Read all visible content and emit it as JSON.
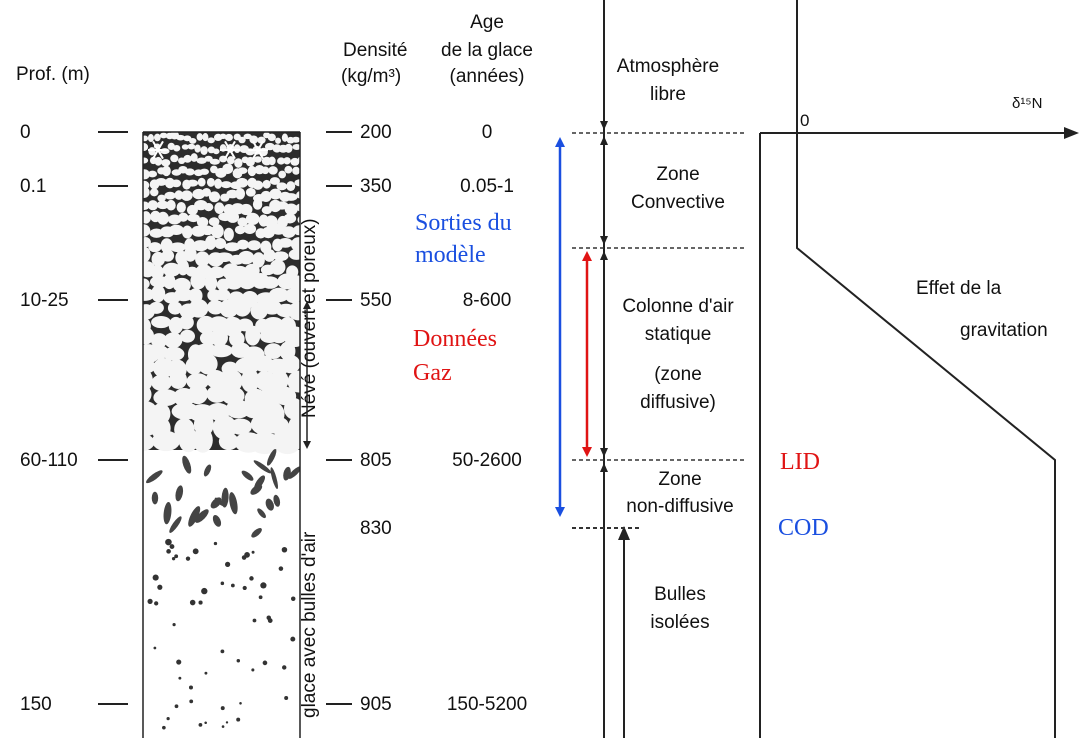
{
  "headers": {
    "depth": "Prof. (m)",
    "density_line1": "Densité",
    "density_line2": "(kg/m³)",
    "age_line1": "Age",
    "age_line2": "de la glace",
    "age_line3": "(années)"
  },
  "levels": [
    {
      "depth": "0",
      "density": "200",
      "age": "0"
    },
    {
      "depth": "0.1",
      "density": "350",
      "age": "0.05-1"
    },
    {
      "depth": "10-25",
      "density": "550",
      "age": "8-600"
    },
    {
      "depth": "60-110",
      "density": "805",
      "age": "50-2600"
    },
    {
      "depth": "",
      "density": "830",
      "age": ""
    },
    {
      "depth": "150",
      "density": "905",
      "age": "150-5200"
    }
  ],
  "column_labels": {
    "neve": "Névé (ouvert et poreux)",
    "ice": "glace avec bulles d'air"
  },
  "zones": {
    "atmosphere": [
      "Atmosphère",
      "libre"
    ],
    "convective": [
      "Zone",
      "Convective"
    ],
    "static": [
      "Colonne d'air",
      "statique",
      "(zone",
      "diffusive)"
    ],
    "nondiffusive": [
      "Zone",
      "non-diffusive"
    ],
    "bubbles": [
      "Bulles",
      "isolées"
    ]
  },
  "model_labels": {
    "sorties": [
      "Sorties du",
      "modèle"
    ],
    "donnees": [
      "Données",
      "Gaz"
    ],
    "lid": "LID",
    "cod": "COD"
  },
  "gravity": {
    "axis_label": "δ¹⁵N",
    "origin": "0",
    "effect": [
      "Effet de la",
      "gravitation"
    ]
  },
  "colors": {
    "blue": "#1a4fe0",
    "red": "#e01414",
    "dark": "#222222",
    "neve_dark": "#2c2c2c"
  }
}
